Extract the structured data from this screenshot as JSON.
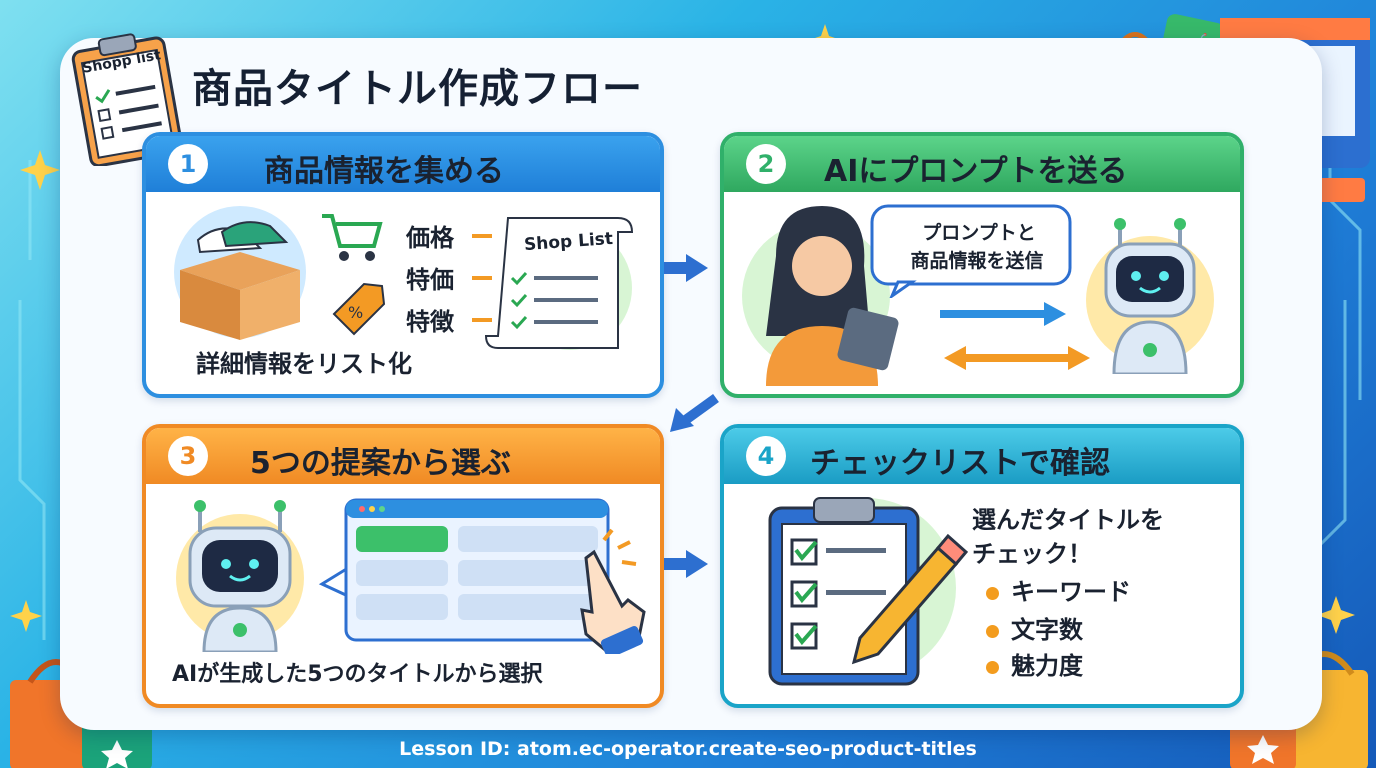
{
  "title": "商品タイトル作成フロー",
  "clipboard_label": "Shopp list",
  "steps": [
    {
      "number": "1",
      "heading": "商品情報を集める",
      "labels": [
        "価格",
        "特価",
        "特徴"
      ],
      "document_label": "Shop List",
      "caption": "詳細情報をリスト化"
    },
    {
      "number": "2",
      "heading": "AIにプロンプトを送る",
      "speech_line1": "プロンプトと",
      "speech_line2": "商品情報を送信"
    },
    {
      "number": "3",
      "heading": "5つの提案から選ぶ",
      "caption": "AIが生成した5つのタイトルから選択"
    },
    {
      "number": "4",
      "heading": "チェックリストで確認",
      "intro_line1": "選んだタイトルを",
      "intro_line2": "チェック！",
      "checks": [
        "キーワード",
        "文字数",
        "魅力度"
      ]
    }
  ],
  "lesson_id": "Lesson ID: atom.ec-operator.create-seo-product-titles",
  "colors": {
    "step1": "#2d8fe0",
    "step2": "#30b06a",
    "step3": "#f08a24",
    "step4": "#1aa4c8"
  }
}
